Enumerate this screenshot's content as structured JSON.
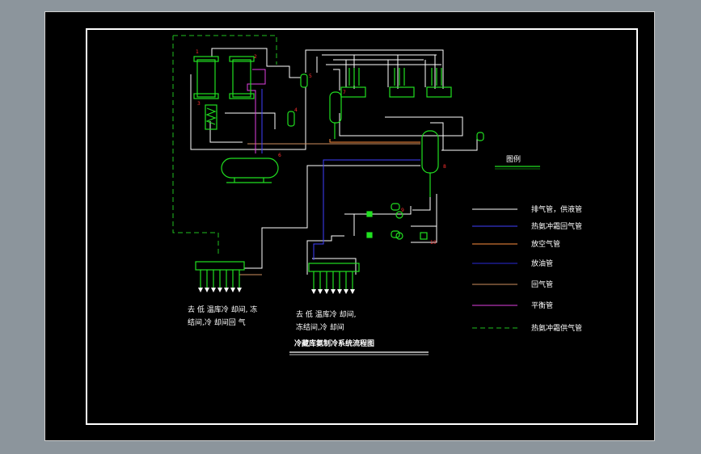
{
  "title": "冷藏库氨制冷系统流程图",
  "legend": {
    "title": "图例",
    "items": [
      {
        "label": "排气管，供液管",
        "color": "#ffffff",
        "dashed": false
      },
      {
        "label": "热氨冲霜回气管",
        "color": "#4040ff",
        "dashed": false
      },
      {
        "label": "放空气管",
        "color": "#ff9040",
        "dashed": false
      },
      {
        "label": "放油管",
        "color": "#2a2ad8",
        "dashed": false
      },
      {
        "label": "回气管",
        "color": "#d09060",
        "dashed": false
      },
      {
        "label": "平衡管",
        "color": "#e040e0",
        "dashed": false
      },
      {
        "label": "热氨冲霜供气管",
        "color": "#20c020",
        "dashed": true
      }
    ]
  },
  "room_labels": {
    "left_line1": "去 低 温库冷 却间, 冻",
    "left_line2": "结间,冷 却间回 气",
    "right_line1": "去 低 温库冷 却间,",
    "right_line2": "冻结间,冷 却间"
  },
  "equipment_numbers": [
    "1",
    "2",
    "3",
    "4",
    "5",
    "6",
    "7",
    "8",
    "9",
    "10"
  ],
  "colors": {
    "equipment": "#20e020",
    "pipe_white": "#ffffff",
    "pipe_blue": "#4040ff",
    "pipe_orange": "#ff9040",
    "pipe_tan": "#d09060",
    "pipe_magenta": "#e040e0",
    "pipe_dash": "#20c020",
    "numbers": "#ff3030"
  }
}
